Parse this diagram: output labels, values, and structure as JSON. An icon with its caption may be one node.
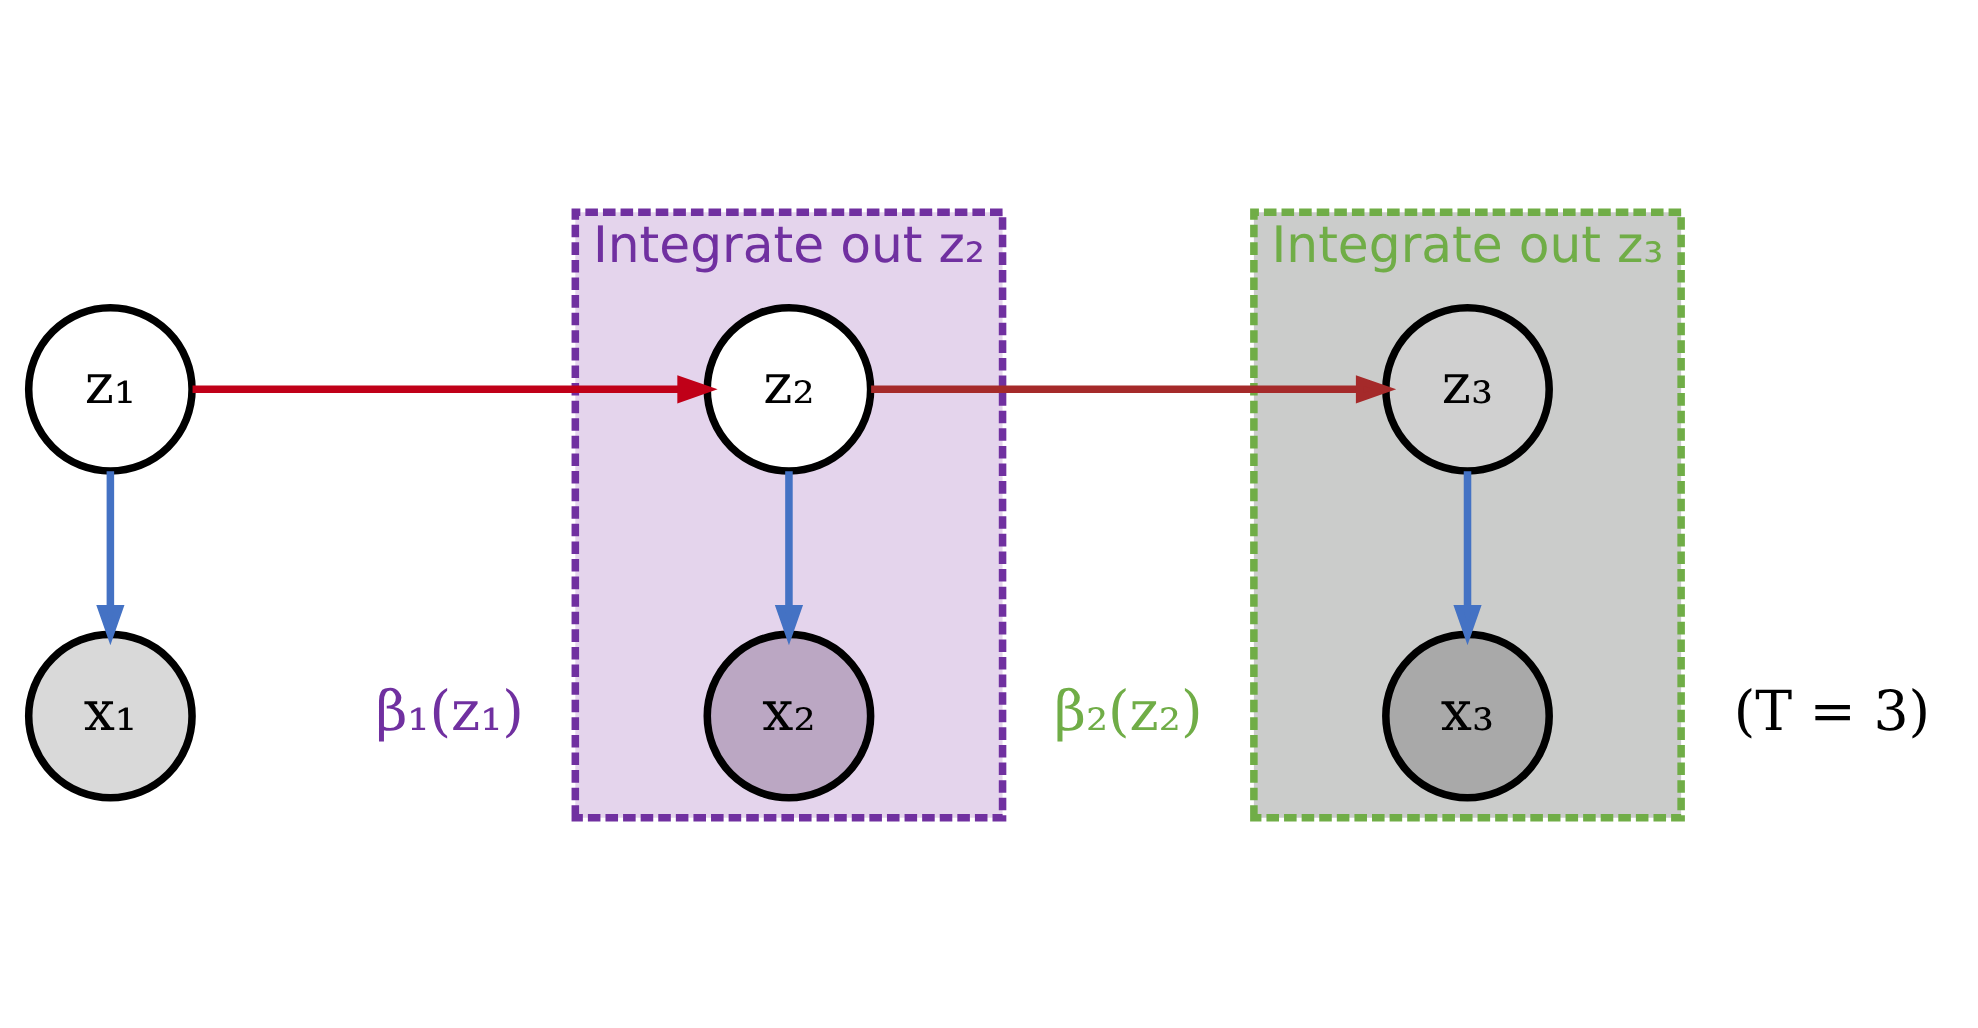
{
  "diagram": {
    "nodes": [
      {
        "text": [
          "z₁"
        ]
      },
      {
        "text": [
          "x₁"
        ]
      },
      {
        "text": [
          "Integrate out z₂"
        ]
      },
      {
        "text": [
          "z₂"
        ],
        "in": 2
      },
      {
        "text": [
          "x₂"
        ],
        "in": 2
      },
      {
        "text": [
          "Integrate out z₃"
        ]
      },
      {
        "text": [
          "z₃"
        ],
        "in": 5
      },
      {
        "text": [
          "x₃"
        ],
        "in": 5
      }
    ],
    "edges": [
      {
        "from": 0,
        "to": 3,
        "arrow": "to",
        "color": "#c00018"
      },
      {
        "from": 3,
        "to": 6,
        "arrow": "to",
        "color": "#a52a2a"
      },
      {
        "from": 0,
        "to": 1,
        "arrow": "to"
      },
      {
        "from": 3,
        "to": 4,
        "arrow": "to"
      },
      {
        "from": 6,
        "to": 7,
        "arrow": "to"
      }
    ],
    "labels": [
      "β₁(z₁)",
      "β₂(z₂)",
      "(T = 3)"
    ]
  }
}
